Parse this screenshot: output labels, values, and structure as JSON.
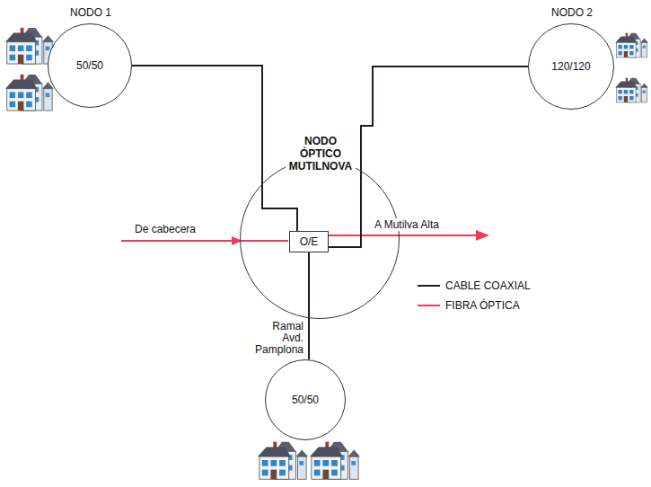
{
  "diagram": {
    "nodes": [
      {
        "text": [
          "NODO 1",
          "50/50"
        ]
      },
      {
        "text": [
          "NODO 2",
          "120/120"
        ]
      },
      {
        "text": [
          "NODO ÓPTICO MUTILNOVA"
        ]
      },
      {
        "text": [
          "O/E"
        ],
        "in": 2
      },
      {
        "text": [
          "50/50"
        ]
      }
    ],
    "edges": [
      {
        "from": 3,
        "to": 0,
        "arrow": "none"
      },
      {
        "from": 3,
        "to": 1,
        "arrow": "none"
      },
      {
        "from": 3,
        "to": 4,
        "label": "Ramal Avd. Pamplona",
        "arrow": "none"
      }
    ],
    "labels": [
      "De cabecera",
      "A Mutilva Alta"
    ],
    "legend": [
      {
        "text": "CABLE COAXIAL"
      },
      {
        "text": "FIBRA ÓPTICA"
      }
    ]
  }
}
